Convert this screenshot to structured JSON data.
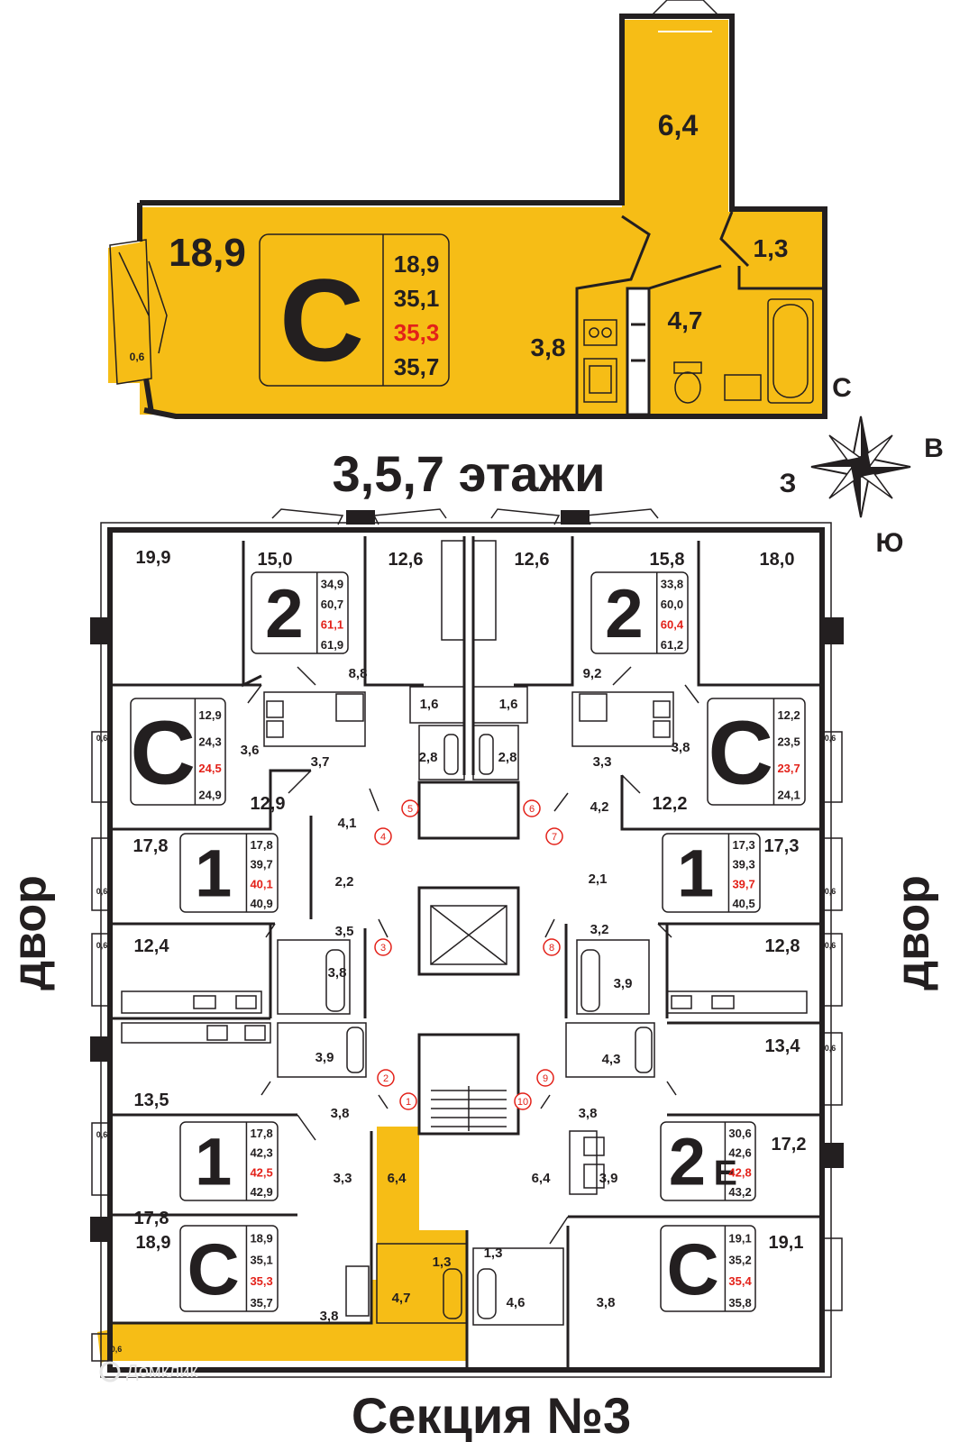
{
  "header": {
    "title": "3,5,7 этажи",
    "footer": "Секция №3",
    "watermark": "Домклик",
    "side_label_left": "двор",
    "side_label_right": "двор"
  },
  "compass": {
    "north": "С",
    "east": "В",
    "west": "З",
    "south": "Ю"
  },
  "colors": {
    "highlight": "#f6bd16",
    "wall": "#231f20",
    "accent_red": "#e32119"
  },
  "detail_plan": {
    "type_label": "С",
    "rooms": {
      "living": "18,9",
      "balcony": "0,6",
      "kitchen": "3,8",
      "hall": "4,7",
      "storage": "1,3",
      "corridor": "6,4"
    },
    "areas": [
      "18,9",
      "35,1",
      "35,3",
      "35,7"
    ]
  },
  "apartments": [
    {
      "id": "2-top-left",
      "type": "2",
      "areas": [
        "34,9",
        "60,7",
        "61,1",
        "61,9"
      ]
    },
    {
      "id": "2-top-right",
      "type": "2",
      "areas": [
        "33,8",
        "60,0",
        "60,4",
        "61,2"
      ]
    },
    {
      "id": "c-left",
      "type": "С",
      "areas": [
        "12,9",
        "24,3",
        "24,5",
        "24,9"
      ]
    },
    {
      "id": "c-right",
      "type": "С",
      "areas": [
        "12,2",
        "23,5",
        "23,7",
        "24,1"
      ]
    },
    {
      "id": "1-left-upper",
      "type": "1",
      "areas": [
        "17,8",
        "39,7",
        "40,1",
        "40,9"
      ]
    },
    {
      "id": "1-right-upper",
      "type": "1",
      "areas": [
        "17,3",
        "39,3",
        "39,7",
        "40,5"
      ]
    },
    {
      "id": "1-left-lower",
      "type": "1",
      "areas": [
        "17,8",
        "42,3",
        "42,5",
        "42,9"
      ]
    },
    {
      "id": "2e-right",
      "type": "2",
      "type_suffix": "Е",
      "areas": [
        "30,6",
        "42,6",
        "42,8",
        "43,2"
      ]
    },
    {
      "id": "c-bottom-left",
      "type": "С",
      "areas": [
        "18,9",
        "35,1",
        "35,3",
        "35,7"
      ]
    },
    {
      "id": "c-bottom-right",
      "type": "С",
      "areas": [
        "19,1",
        "35,2",
        "35,4",
        "35,8"
      ]
    }
  ],
  "room_labels": [
    "19,9",
    "15,0",
    "12,6",
    "12,6",
    "15,8",
    "18,0",
    "8,8",
    "9,2",
    "1,6",
    "1,6",
    "2,8",
    "2,8",
    "3,6",
    "3,7",
    "3,3",
    "3,8",
    "12,9",
    "12,2",
    "4,1",
    "4,2",
    "17,8",
    "17,3",
    "2,2",
    "2,1",
    "3,5",
    "3,2",
    "12,4",
    "12,8",
    "3,8",
    "3,9",
    "13,5",
    "13,4",
    "3,9",
    "4,3",
    "3,8",
    "3,8",
    "17,8",
    "17,2",
    "3,3",
    "6,4",
    "6,4",
    "3,9",
    "18,9",
    "19,1",
    "1,3",
    "1,3",
    "3,8",
    "4,7",
    "4,6",
    "3,8"
  ],
  "balcony_labels": [
    "0,6",
    "0,6",
    "0,6",
    "0,6",
    "0,6",
    "0,6",
    "0,6",
    "0,6",
    "0,6"
  ],
  "entrance_markers": [
    "1",
    "2",
    "3",
    "4",
    "5",
    "6",
    "7",
    "8",
    "9",
    "10"
  ]
}
